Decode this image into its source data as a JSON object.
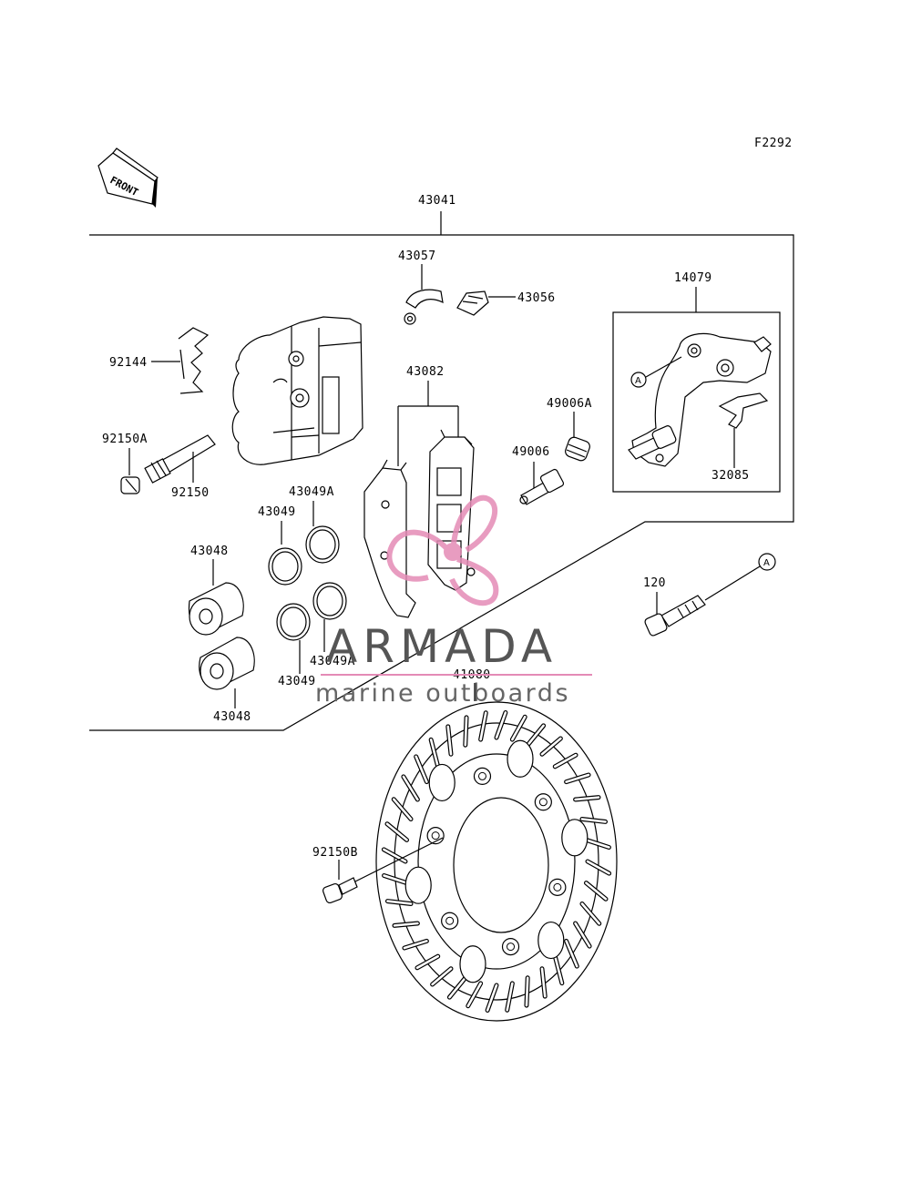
{
  "figure_code": "F2292",
  "front_arrow_text": "FRONT",
  "ref_marker": "A",
  "parts": {
    "p43041": "43041",
    "p43057": "43057",
    "p43056": "43056",
    "p14079": "14079",
    "p92144": "92144",
    "p43082": "43082",
    "p49006A": "49006A",
    "p92150A": "92150A",
    "p49006": "49006",
    "p92150": "92150",
    "p43049A_top": "43049A",
    "p43049_top": "43049",
    "p32085": "32085",
    "p43048_top": "43048",
    "p120": "120",
    "p43049A_bot": "43049A",
    "p43049_bot": "43049",
    "p41080": "41080",
    "p43048_bot": "43048",
    "p92150B": "92150B"
  },
  "watermark": {
    "title": "ARMADA",
    "subtitle": "marine outboards",
    "logo_color": "#e48bb6",
    "line_color": "#e48bb6"
  }
}
